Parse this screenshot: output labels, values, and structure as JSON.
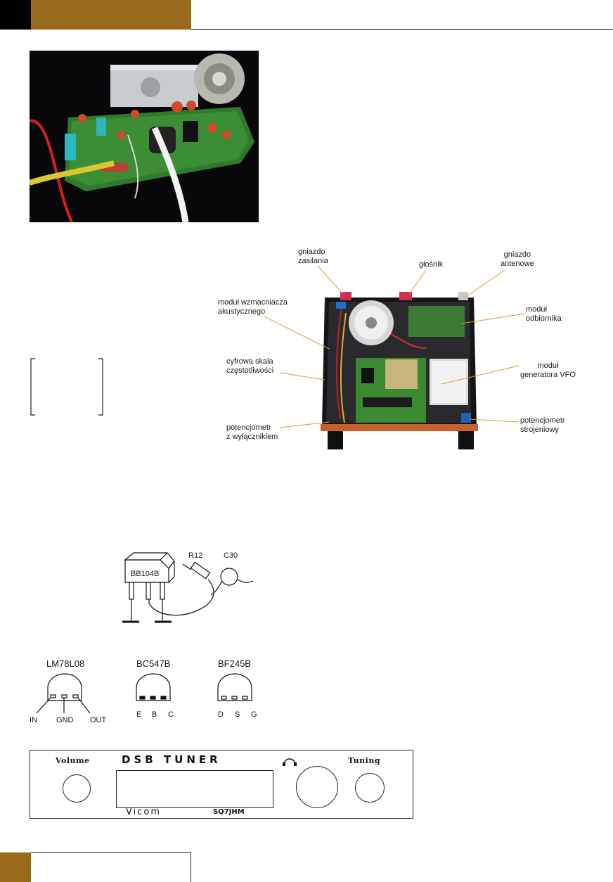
{
  "header": {
    "accent_color": "#9a6a1c",
    "dark_color": "#000000"
  },
  "footer": {
    "accent_color": "#9a6a1c"
  },
  "photo_top": {
    "description_icon": "pcb-photo"
  },
  "chassis_photo": {
    "labels": {
      "power_socket": [
        "gniazdo",
        "zasilania"
      ],
      "speaker": "głośnik",
      "antenna_socket": [
        "gniazdo",
        "antenowe"
      ],
      "amp_module": [
        "moduł  wzmacniacza",
        "akustycznego"
      ],
      "receiver_module": [
        "moduł",
        "odbiornika"
      ],
      "digital_scale": [
        "cyfrowa  skala",
        "częstotliwości"
      ],
      "vfo_module": [
        "moduł",
        "generatora  VFO"
      ],
      "pot_switch": [
        "potencjometr",
        "z wyłącznikiem"
      ],
      "pot_tuning": [
        "potencjometr",
        "strojeniowy"
      ]
    }
  },
  "varicap_diagram": {
    "part": "BB104B",
    "resistor": "R12",
    "capacitor": "C30"
  },
  "pinouts": [
    {
      "name": "LM78L08",
      "pins": [
        "IN",
        "GND",
        "OUT"
      ]
    },
    {
      "name": "BC547B",
      "pins": [
        "E",
        "B",
        "C"
      ]
    },
    {
      "name": "BF245B",
      "pins": [
        "D",
        "S",
        "G"
      ]
    }
  ],
  "front_panel": {
    "volume": "Volume",
    "title": "DSB TUNER",
    "headphones_icon": "headphones-icon",
    "tuning": "Tuning",
    "brand": "Vicom",
    "callsign": "SQ7JHM"
  }
}
